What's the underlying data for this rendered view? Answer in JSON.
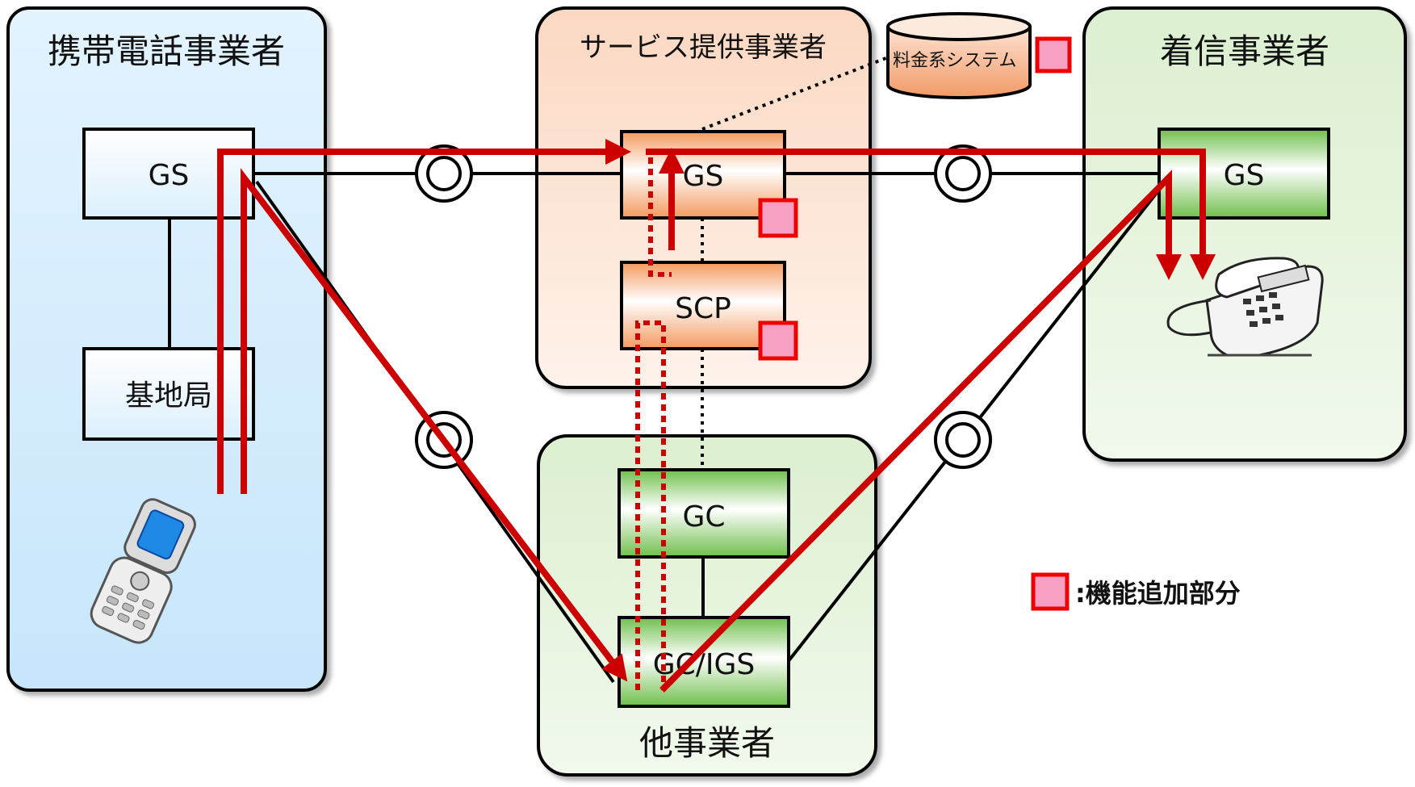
{
  "regions": {
    "mobile_carrier": {
      "title": "携帯電話事業者"
    },
    "service_provider": {
      "title": "サービス提供事業者"
    },
    "terminating_carrier": {
      "title": "着信事業者"
    },
    "other_carrier": {
      "title": "他事業者"
    }
  },
  "nodes": {
    "mobile_gs": "GS",
    "base_station": "基地局",
    "service_gs": "GS",
    "scp": "SCP",
    "terminating_gs": "GS",
    "gc": "GC",
    "gc_igs": "GC/IGS"
  },
  "billing_system": {
    "label": "料金系システム"
  },
  "legend": {
    "label": ":機能追加部分"
  },
  "colors": {
    "mobile_region": "#d9efff",
    "service_region": "#fde3d3",
    "green_region": "#e2f3d8",
    "orange_node": "#f5a36a",
    "green_node": "#7cc45a",
    "route_red": "#cc0000",
    "added_function": "#f7a0c4"
  },
  "icons": [
    "mobile-phone-icon",
    "desk-telephone-icon",
    "billing-database-icon"
  ]
}
